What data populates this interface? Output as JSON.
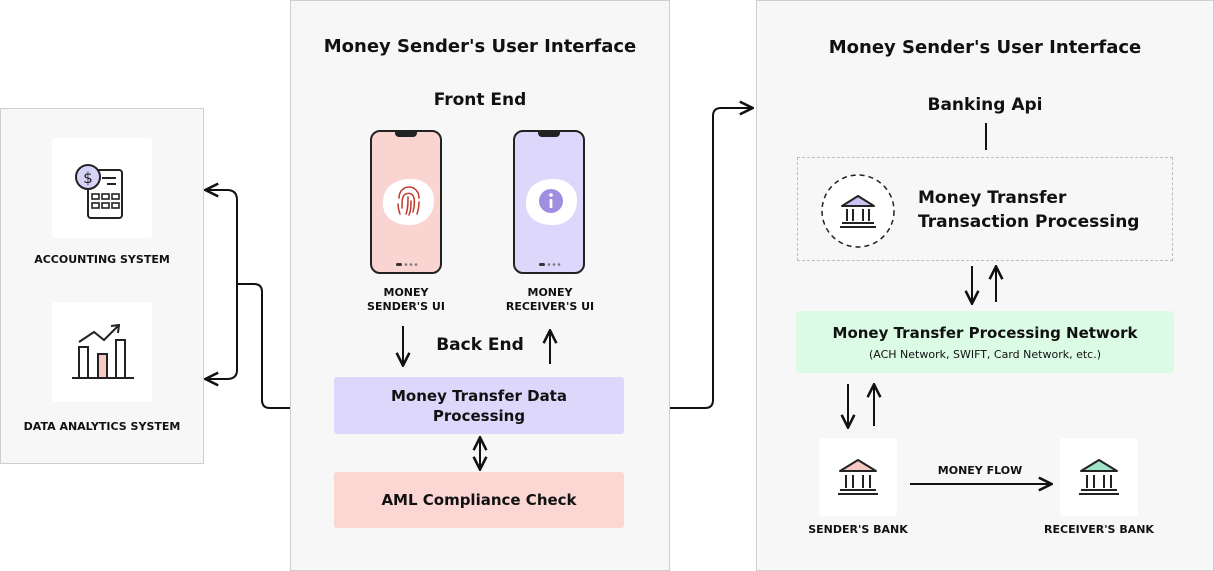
{
  "left_panel": {
    "accounting_label": "ACCOUNTING SYSTEM",
    "analytics_label": "DATA ANALYTICS SYSTEM"
  },
  "middle_panel": {
    "title": "Money Sender's User Interface",
    "front_end": "Front End",
    "sender_ui_label_1": "MONEY",
    "sender_ui_label_2": "SENDER'S UI",
    "receiver_ui_label_1": "MONEY",
    "receiver_ui_label_2": "RECEIVER'S UI",
    "back_end": "Back End",
    "processing_line1": "Money Transfer Data",
    "processing_line2": "Processing",
    "aml": "AML Compliance Check"
  },
  "right_panel": {
    "title": "Money Sender's User Interface",
    "banking_api": "Banking Api",
    "transaction_line1": "Money Transfer",
    "transaction_line2": "Transaction Processing",
    "network_title": "Money Transfer Processing Network",
    "network_sub": "(ACH Network, SWIFT, Card Network, etc.)",
    "money_flow": "MONEY FLOW",
    "sender_bank": "SENDER'S BANK",
    "receiver_bank": "RECEIVER'S BANK"
  },
  "colors": {
    "sender_phone": "#f9d4d1",
    "receiver_phone": "#dcd7fb",
    "processing": "#dcd7fb",
    "aml": "#fcd6d3",
    "network": "#dcfbe5",
    "fingerprint": "#c0392b",
    "info": "#a08ee0",
    "sender_bank_roof": "#f6c9c4",
    "receiver_bank_roof": "#9fe3c8",
    "bank_icon_roof": "#c9c3f2"
  }
}
